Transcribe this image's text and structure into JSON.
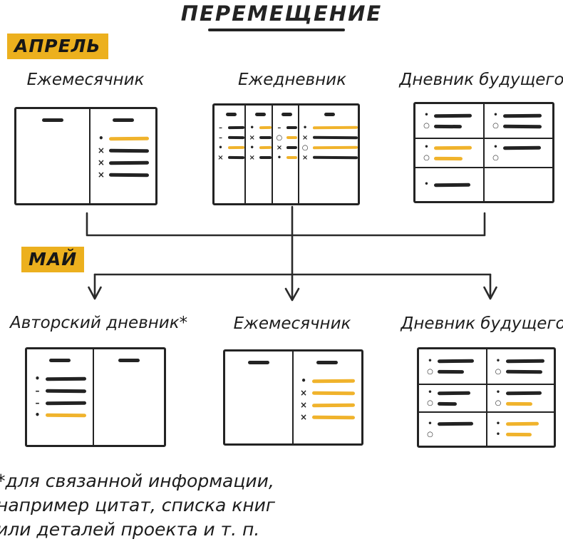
{
  "title": "ПЕРЕМЕЩЕНИЕ",
  "colors": {
    "ink": "#232323",
    "highlight": "#ECB01E",
    "line_yellow": "#F0B32C"
  },
  "april": {
    "label": "АПРЕЛЬ",
    "headers": [
      "Ежемесячник",
      "Ежедневник",
      "Дневник будущего"
    ]
  },
  "may": {
    "label": "МАЙ",
    "headers": [
      "Авторский дневник*",
      "Ежемесячник",
      "Дневник будущего"
    ]
  },
  "footnote_lines": [
    "*для связанной информации,",
    "например цитат, списка книг",
    "или деталей проекта и т. п."
  ],
  "sketches": {
    "april_monthly": {
      "type": "spread",
      "pages": [
        {
          "w": 52.5,
          "dash": true,
          "items": []
        },
        {
          "w": 47.5,
          "dash": true,
          "items": [
            {
              "m": "•",
              "c": "y",
              "w": 92
            },
            {
              "m": "×",
              "c": "k",
              "w": 85
            },
            {
              "m": "×",
              "c": "k",
              "w": 90
            },
            {
              "m": "×",
              "c": "k",
              "w": 88
            }
          ]
        }
      ]
    },
    "april_daily": {
      "type": "spread",
      "dense": true,
      "pages": [
        {
          "w": 21,
          "dash": true,
          "items": [
            {
              "m": "–",
              "c": "k",
              "w": 100
            },
            {
              "m": "–",
              "c": "k",
              "w": 100
            },
            {
              "m": "•",
              "c": "y",
              "w": 100
            },
            {
              "m": "×",
              "c": "k",
              "w": 100
            }
          ]
        },
        {
          "w": 19,
          "dash": true,
          "items": [
            {
              "m": "•",
              "c": "y",
              "w": 100
            },
            {
              "m": "×",
              "c": "k",
              "w": 100
            },
            {
              "m": "•",
              "c": "y",
              "w": 100
            },
            {
              "m": "×",
              "c": "k",
              "w": 100
            }
          ]
        },
        {
          "w": 18,
          "dash": true,
          "items": [
            {
              "m": "–",
              "c": "k",
              "w": 100
            },
            {
              "m": "○",
              "c": "y",
              "w": 100
            },
            {
              "m": "×",
              "c": "k",
              "w": 100
            },
            {
              "m": "•",
              "c": "y",
              "w": 100
            }
          ]
        },
        {
          "w": 42,
          "dash": true,
          "items": [
            {
              "m": "•",
              "c": "y",
              "w": 88
            },
            {
              "m": "×",
              "c": "k",
              "w": 88
            },
            {
              "m": "○",
              "c": "y",
              "w": 88
            },
            {
              "m": "×",
              "c": "k",
              "w": 86
            }
          ]
        }
      ]
    },
    "april_future": {
      "type": "grid",
      "rows": [
        {
          "h": 34.5,
          "cells": [
            [
              {
                "m": "•",
                "c": "k",
                "w": 72
              },
              {
                "m": "○",
                "c": "k",
                "w": 54
              }
            ],
            [
              {
                "m": "•",
                "c": "k",
                "w": 74
              },
              {
                "m": "○",
                "c": "k",
                "w": 74
              }
            ]
          ]
        },
        {
          "h": 30,
          "cells": [
            [
              {
                "m": "•",
                "c": "y",
                "w": 73
              },
              {
                "m": "○",
                "c": "y",
                "w": 55
              }
            ],
            [
              {
                "m": "•",
                "c": "k",
                "w": 72
              },
              {
                "m": "○",
                "c": "",
                "w": 0
              }
            ]
          ]
        },
        {
          "h": 35.5,
          "cells": [
            [
              {
                "m": "•",
                "c": "k",
                "w": 70
              }
            ],
            []
          ]
        }
      ]
    },
    "may_custom": {
      "type": "spread",
      "pages": [
        {
          "w": 48,
          "dash": true,
          "items": [
            {
              "m": "•",
              "c": "k",
              "w": 86
            },
            {
              "m": "–",
              "c": "k",
              "w": 88
            },
            {
              "m": "–",
              "c": "k",
              "w": 86
            },
            {
              "m": "•",
              "c": "y",
              "w": 88
            }
          ]
        },
        {
          "w": 52,
          "dash": true,
          "items": []
        }
      ]
    },
    "may_monthly": {
      "type": "spread",
      "pages": [
        {
          "w": 49,
          "dash": true,
          "items": []
        },
        {
          "w": 51,
          "dash": true,
          "items": [
            {
              "m": "•",
              "c": "y",
              "w": 88
            },
            {
              "m": "×",
              "c": "y",
              "w": 86
            },
            {
              "m": "×",
              "c": "y",
              "w": 88
            },
            {
              "m": "×",
              "c": "y",
              "w": 84
            }
          ]
        }
      ]
    },
    "may_future": {
      "type": "grid",
      "rows": [
        {
          "h": 35.5,
          "cells": [
            [
              {
                "m": "•",
                "c": "k",
                "w": 72
              },
              {
                "m": "○",
                "c": "k",
                "w": 52
              }
            ],
            [
              {
                "m": "•",
                "c": "k",
                "w": 75
              },
              {
                "m": "○",
                "c": "k",
                "w": 72
              }
            ]
          ]
        },
        {
          "h": 29,
          "cells": [
            [
              {
                "m": "•",
                "c": "k",
                "w": 64
              },
              {
                "m": "○",
                "c": "k",
                "w": 38
              }
            ],
            [
              {
                "m": "•",
                "c": "k",
                "w": 70
              },
              {
                "m": "○",
                "c": "y",
                "w": 52
              }
            ]
          ]
        },
        {
          "h": 35.5,
          "cells": [
            [
              {
                "m": "•",
                "c": "k",
                "w": 70
              },
              {
                "m": "○",
                "c": "",
                "w": 0
              }
            ],
            [
              {
                "m": "•",
                "c": "y",
                "w": 64
              },
              {
                "m": "•",
                "c": "y",
                "w": 50
              }
            ]
          ]
        }
      ]
    }
  }
}
